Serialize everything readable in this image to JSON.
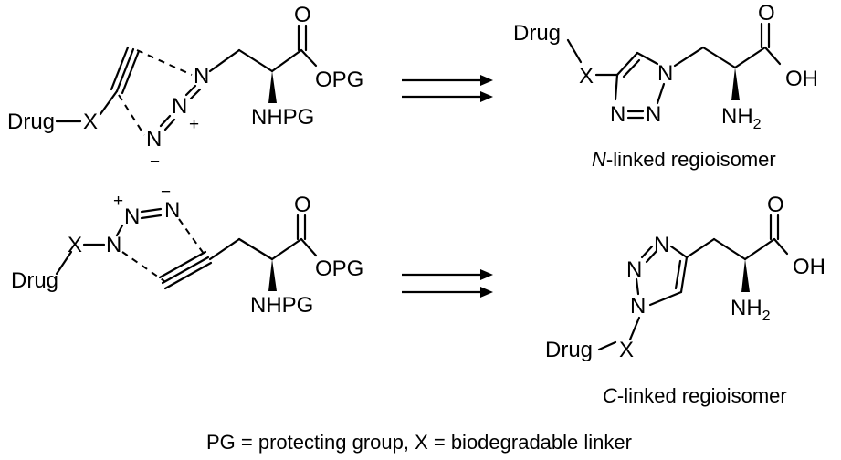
{
  "atoms": {
    "drug": "Drug",
    "x": "X",
    "n": "N",
    "o": "O",
    "opg": "OPG",
    "nhpg": "NHPG",
    "oh": "OH",
    "nh": "NH",
    "sub_2": "2",
    "plus": "+",
    "minus": "−"
  },
  "products": {
    "top": {
      "prefix": "N",
      "rest": "-linked regioisomer"
    },
    "bottom": {
      "prefix": "C",
      "rest": "-linked regioisomer"
    }
  },
  "footnote": "PG = protecting group, X = biodegradable linker"
}
